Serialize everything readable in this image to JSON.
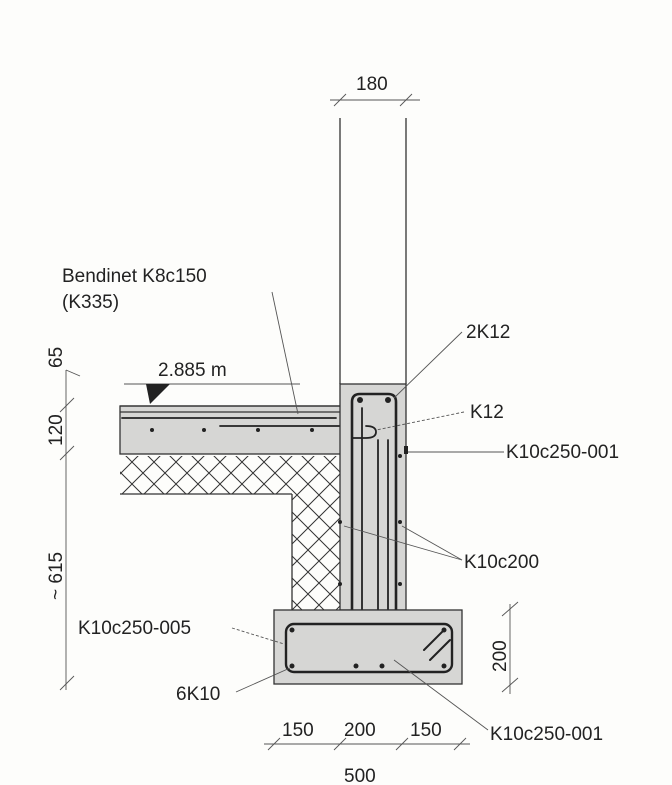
{
  "labels": {
    "slab_rebar": "Bendinet K8c150",
    "slab_rebar_sub": "(K335)",
    "level": "2.885 m",
    "top_bars": "2K12",
    "hook_bar": "K12",
    "stirrup_wall": "K10c250-001",
    "wall_vertical": "K10c200",
    "footing_bottom": "K10c250-005",
    "footing_bars": "6K10",
    "footing_stirrup": "K10c250-001"
  },
  "dimensions": {
    "wall_top": "180",
    "d65": "65",
    "d120": "120",
    "d615": "~ 615",
    "d200": "200",
    "d150_left": "150",
    "d200_mid": "200",
    "d150_right": "150",
    "d500": "500"
  },
  "colors": {
    "concrete": "#d6d6d4",
    "rebar": "#222222",
    "line": "#333333",
    "background": "#fdfdfb"
  }
}
